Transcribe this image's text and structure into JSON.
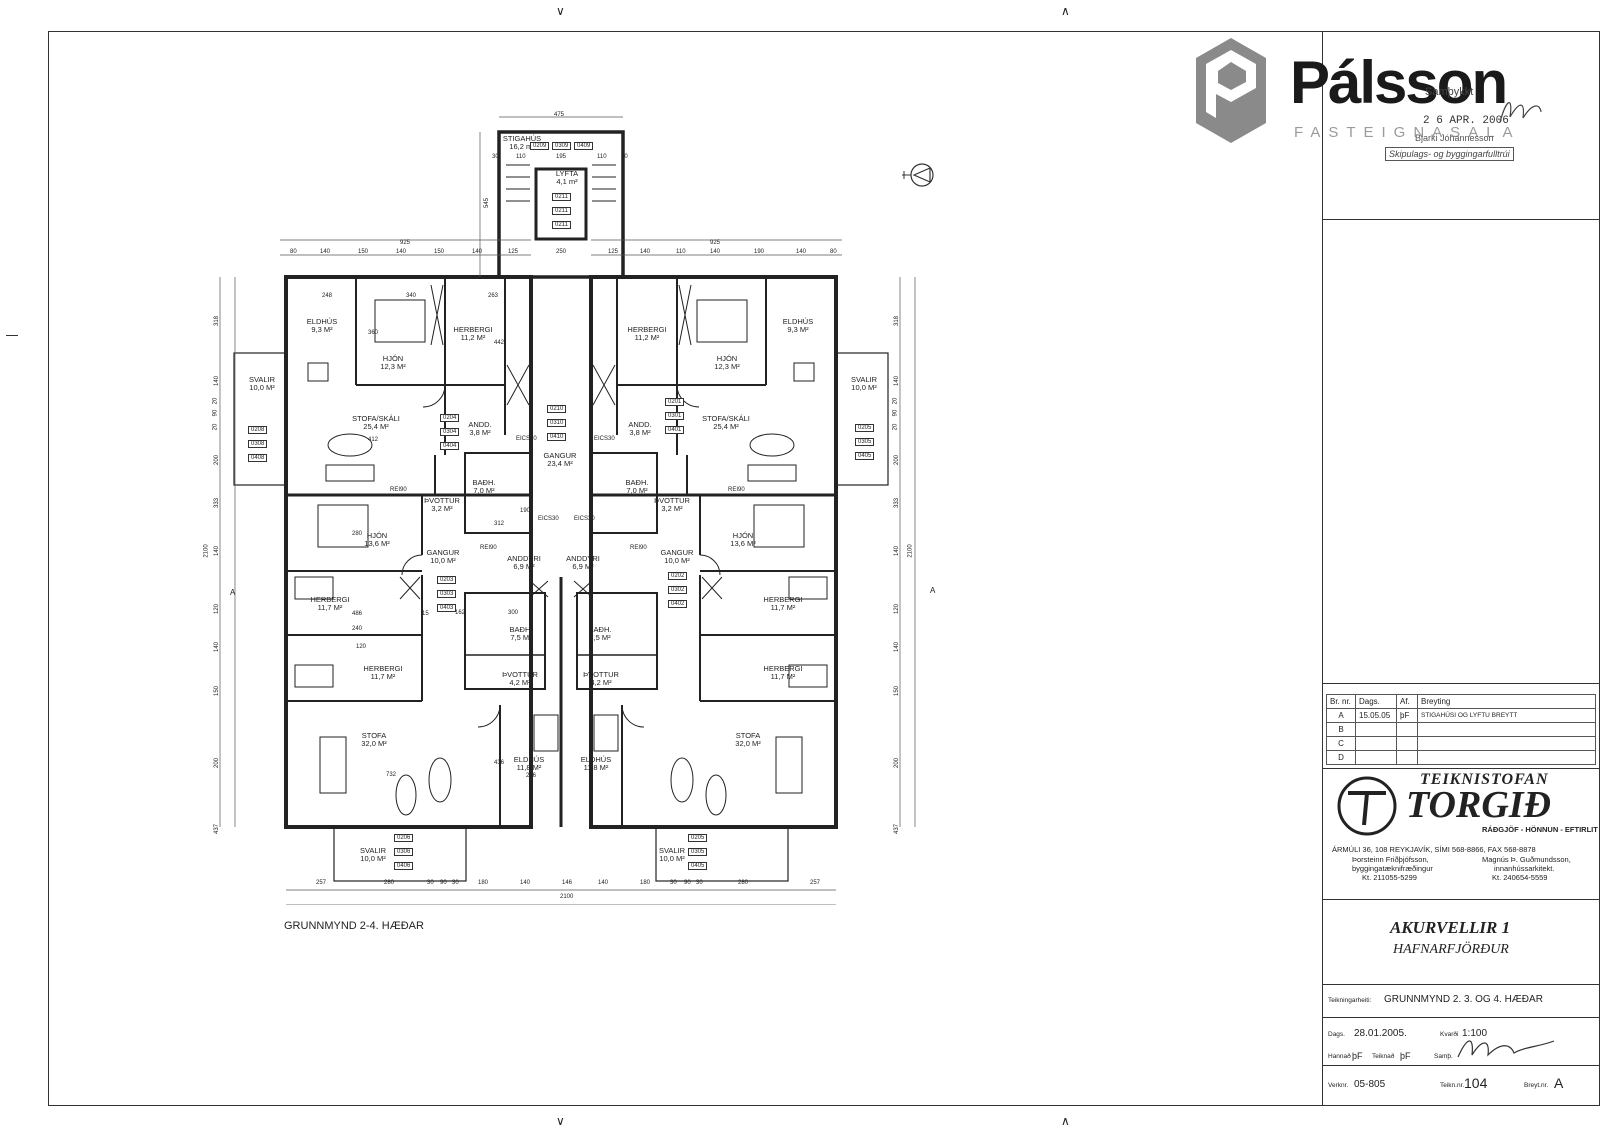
{
  "logo": {
    "word": "Pálsson",
    "sub": "FASTEIGNASALA"
  },
  "stamp": {
    "label": "Samþykkt",
    "date": "2 6 APR. 2006",
    "name": "Bjarki Jóhannesson",
    "title": "Skipulags- og byggingarfulltrúi"
  },
  "drawing_title": "GRUNNMYND 2-4. HÆÐAR",
  "rooms": [
    {
      "id": "stig",
      "name": "STIGAHÚS",
      "area": "16,2 m²"
    },
    {
      "id": "lyfta",
      "name": "LYFTA",
      "area": "4,1 m²"
    },
    {
      "id": "eld_l",
      "name": "ELDHÚS",
      "area": "9,3 M²"
    },
    {
      "id": "herb_tl",
      "name": "HERBERGI",
      "area": "11,2 M²"
    },
    {
      "id": "hjon_tl",
      "name": "HJÓN",
      "area": "12,3 M²"
    },
    {
      "id": "svalir_l",
      "name": "SVALIR",
      "area": "10,0 M²"
    },
    {
      "id": "stofa_tl",
      "name": "STOFA/SKÁLI",
      "area": "25,4 M²"
    },
    {
      "id": "andd_l",
      "name": "ANDD.",
      "area": "3,8 M²"
    },
    {
      "id": "gangur_c",
      "name": "GANGUR",
      "area": "23,4 M²"
    },
    {
      "id": "andd_r",
      "name": "ANDD.",
      "area": "3,8 M²"
    },
    {
      "id": "herb_tr",
      "name": "HERBERGI",
      "area": "11,2 M²"
    },
    {
      "id": "hjon_tr",
      "name": "HJÓN",
      "area": "12,3 M²"
    },
    {
      "id": "eld_r",
      "name": "ELDHÚS",
      "area": "9,3 M²"
    },
    {
      "id": "stofa_tr",
      "name": "STOFA/SKÁLI",
      "area": "25,4 M²"
    },
    {
      "id": "svalir_r",
      "name": "SVALIR",
      "area": "10,0 M²"
    },
    {
      "id": "badh_l1",
      "name": "BAÐH.",
      "area": "7,0 M²"
    },
    {
      "id": "badh_r1",
      "name": "BAÐH.",
      "area": "7,0 M²"
    },
    {
      "id": "vott_l1",
      "name": "ÞVOTTUR",
      "area": "3,2 M²"
    },
    {
      "id": "vott_r1",
      "name": "ÞVOTTUR",
      "area": "3,2 M²"
    },
    {
      "id": "hjon_bl",
      "name": "HJÓN",
      "area": "13,6 M²"
    },
    {
      "id": "hjon_br",
      "name": "HJÓN",
      "area": "13,6 M²"
    },
    {
      "id": "gang_bl",
      "name": "GANGUR",
      "area": "10,0 M²"
    },
    {
      "id": "gang_br",
      "name": "GANGUR",
      "area": "10,0 M²"
    },
    {
      "id": "anddyri_l",
      "name": "ANDDYRI",
      "area": "6,9 M²"
    },
    {
      "id": "anddyri_r",
      "name": "ANDDYRI",
      "area": "6,9 M²"
    },
    {
      "id": "herb_bl1",
      "name": "HERBERGI",
      "area": "11,7 M²"
    },
    {
      "id": "herb_br1",
      "name": "HERBERGI",
      "area": "11,7 M²"
    },
    {
      "id": "badh_l2",
      "name": "BAÐH.",
      "area": "7,5 M²"
    },
    {
      "id": "badh_r2",
      "name": "BAÐH.",
      "area": "7,5 M²"
    },
    {
      "id": "herb_bl2",
      "name": "HERBERGI",
      "area": "11,7 M²"
    },
    {
      "id": "herb_br2",
      "name": "HERBERGI",
      "area": "11,7 M²"
    },
    {
      "id": "vott_l2",
      "name": "ÞVOTTUR",
      "area": "4,2 M²"
    },
    {
      "id": "vott_r2",
      "name": "ÞVOTTUR",
      "area": "4,2 M²"
    },
    {
      "id": "stofa_bl",
      "name": "STOFA",
      "area": "32,0 M²"
    },
    {
      "id": "stofa_br",
      "name": "STOFA",
      "area": "32,0 M²"
    },
    {
      "id": "eld_bl",
      "name": "ELDHÚS",
      "area": "11,8 M²"
    },
    {
      "id": "eld_br",
      "name": "ELDHÚS",
      "area": "11,8 M²"
    },
    {
      "id": "svalir_bl",
      "name": "SVALIR",
      "area": "10,0 M²"
    },
    {
      "id": "svalir_br",
      "name": "SVALIR",
      "area": "10,0 M²"
    }
  ],
  "unit_codes": {
    "stig": [
      "0209",
      "0309",
      "0409"
    ],
    "lyfta": [
      "0211",
      "0211",
      "0211"
    ],
    "c1": [
      "0204",
      "0304",
      "0404"
    ],
    "c2": [
      "0210",
      "0310",
      "0410"
    ],
    "c3": [
      "0201",
      "0301",
      "0401"
    ],
    "left_bal": [
      "0208",
      "0308",
      "0408"
    ],
    "right_bal": [
      "0205",
      "0305",
      "0405"
    ],
    "c4": [
      "0203",
      "0303",
      "0403"
    ],
    "c5": [
      "0202",
      "0302",
      "0402"
    ],
    "bot_l": [
      "0206",
      "0306",
      "0406"
    ],
    "bot_r": [
      "0205",
      "0305",
      "0405"
    ]
  },
  "fire_labels": {
    "eics": "EICS30",
    "rei": "REI90"
  },
  "dims": {
    "top_total": "475",
    "top_parts": [
      "30",
      "110",
      "195",
      "110",
      "30"
    ],
    "stair_depth": "545",
    "top_row_l": [
      "80",
      "140",
      "150",
      "140",
      "150",
      "140",
      "125"
    ],
    "top_row_r": [
      "125",
      "140",
      "110",
      "140",
      "190",
      "140",
      "80"
    ],
    "core_w": "250",
    "half_w": "925",
    "overall": "2100",
    "bottom_row": [
      "257",
      "280",
      "30",
      "90",
      "30",
      "180",
      "140",
      "146",
      "140",
      "180",
      "30",
      "90",
      "30",
      "280",
      "257"
    ],
    "left_col": [
      "318",
      "140",
      "20",
      "90",
      "20",
      "200",
      "333",
      "140",
      "120",
      "140",
      "150",
      "200",
      "437"
    ],
    "internal": [
      "340",
      "263",
      "248",
      "442",
      "412",
      "312",
      "162",
      "300",
      "486",
      "240",
      "732",
      "436",
      "266",
      "190",
      "360",
      "120",
      "280",
      "15"
    ]
  },
  "north_arrow": "A",
  "revisions": {
    "headers": [
      "Br. nr.",
      "Dags.",
      "Af.",
      "Breyting"
    ],
    "rows": [
      {
        "mark": "A",
        "date": "15.05.05",
        "by": "þF",
        "desc": "STIGAHÚSI OG LYFTU BREYTT"
      },
      {
        "mark": "B",
        "date": "",
        "by": "",
        "desc": ""
      },
      {
        "mark": "C",
        "date": "",
        "by": "",
        "desc": ""
      },
      {
        "mark": "D",
        "date": "",
        "by": "",
        "desc": ""
      }
    ]
  },
  "firm": {
    "line1": "TEIKNISTOFAN",
    "line2": "TORGIÐ",
    "tag": "RÁÐGJÖF - HÖNNUN - EFTIRLIT",
    "address": "ÁRMÚLI 36, 108 REYKJAVÍK, SÍMI 568-8866, FAX 568-8878",
    "p1_name": "Þorsteinn Friðþjófsson,",
    "p1_role": "byggingatæknifræðingur",
    "p1_kt": "Kt. 211055-5299",
    "p2_name": "Magnús Þ. Guðmundsson,",
    "p2_role": "innanhússarkitekt.",
    "p2_kt": "Kt. 240654-5559"
  },
  "project": {
    "name": "AKURVELLIR 1",
    "city": "HAFNARFJÖRÐUR"
  },
  "sheet": {
    "content_label": "Teikningarheiti:",
    "content": "GRUNNMYND 2. 3. OG 4. HÆÐAR",
    "date_label": "Dags.",
    "date": "28.01.2005.",
    "scale_label": "Kvarði",
    "scale": "1:100",
    "designer_label": "Hannað",
    "designer": "þF",
    "drawn_label": "Teiknað",
    "drawn": "þF",
    "approved_label": "Samþ.",
    "job_label": "Verknr.",
    "job": "05-805",
    "drawing_no_label": "Teikn.nr.",
    "drawing_no": "104",
    "rev_label": "Breyt.nr.",
    "rev": "A"
  }
}
